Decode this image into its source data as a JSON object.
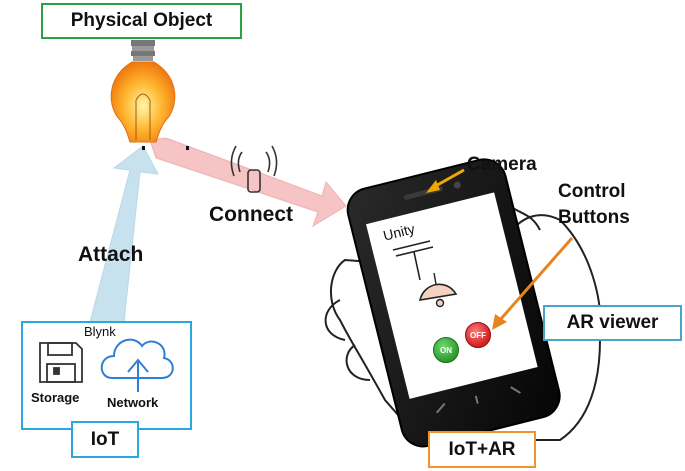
{
  "labels": {
    "physical_object": "Physical Object",
    "connect": "Connect",
    "attach": "Attach",
    "camera": "Camera",
    "control_buttons_line1": "Control",
    "control_buttons_line2": "Buttons",
    "ar_viewer": "AR viewer",
    "iot_ar": "IoT+AR",
    "iot": "IoT",
    "blynk": "Blynk",
    "storage": "Storage",
    "network": "Network"
  },
  "phone": {
    "unity_logo_text": "Unity",
    "on_button": "ON",
    "off_button": "OFF"
  },
  "colors": {
    "physical_object_border": "#2ea043",
    "iot_border": "#29a8e0",
    "ar_viewer_border": "#4aa3c8",
    "iot_ar_border": "#f0932b",
    "attach_arrow": "#c7e2ee",
    "connect_arrow": "#f6c4c4",
    "camera_arrow": "#f0a800",
    "control_arrow": "#e8831f",
    "on_button": "#2e9a2e",
    "off_button": "#d32020",
    "network_icon": "#2f7fd6"
  },
  "icons": [
    "lightbulb-icon",
    "wireless-sensor-icon",
    "floppy-disk-icon",
    "cloud-upload-icon",
    "hand-holding-phone",
    "unity-logo-icon",
    "lamp-icon"
  ]
}
